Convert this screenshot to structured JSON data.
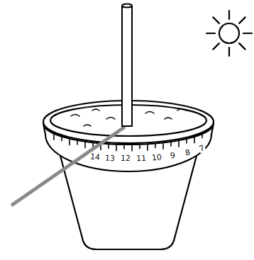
{
  "diagram": {
    "labels": [
      "14",
      "13",
      "12",
      "11",
      "10",
      "9",
      "8",
      "7"
    ]
  }
}
